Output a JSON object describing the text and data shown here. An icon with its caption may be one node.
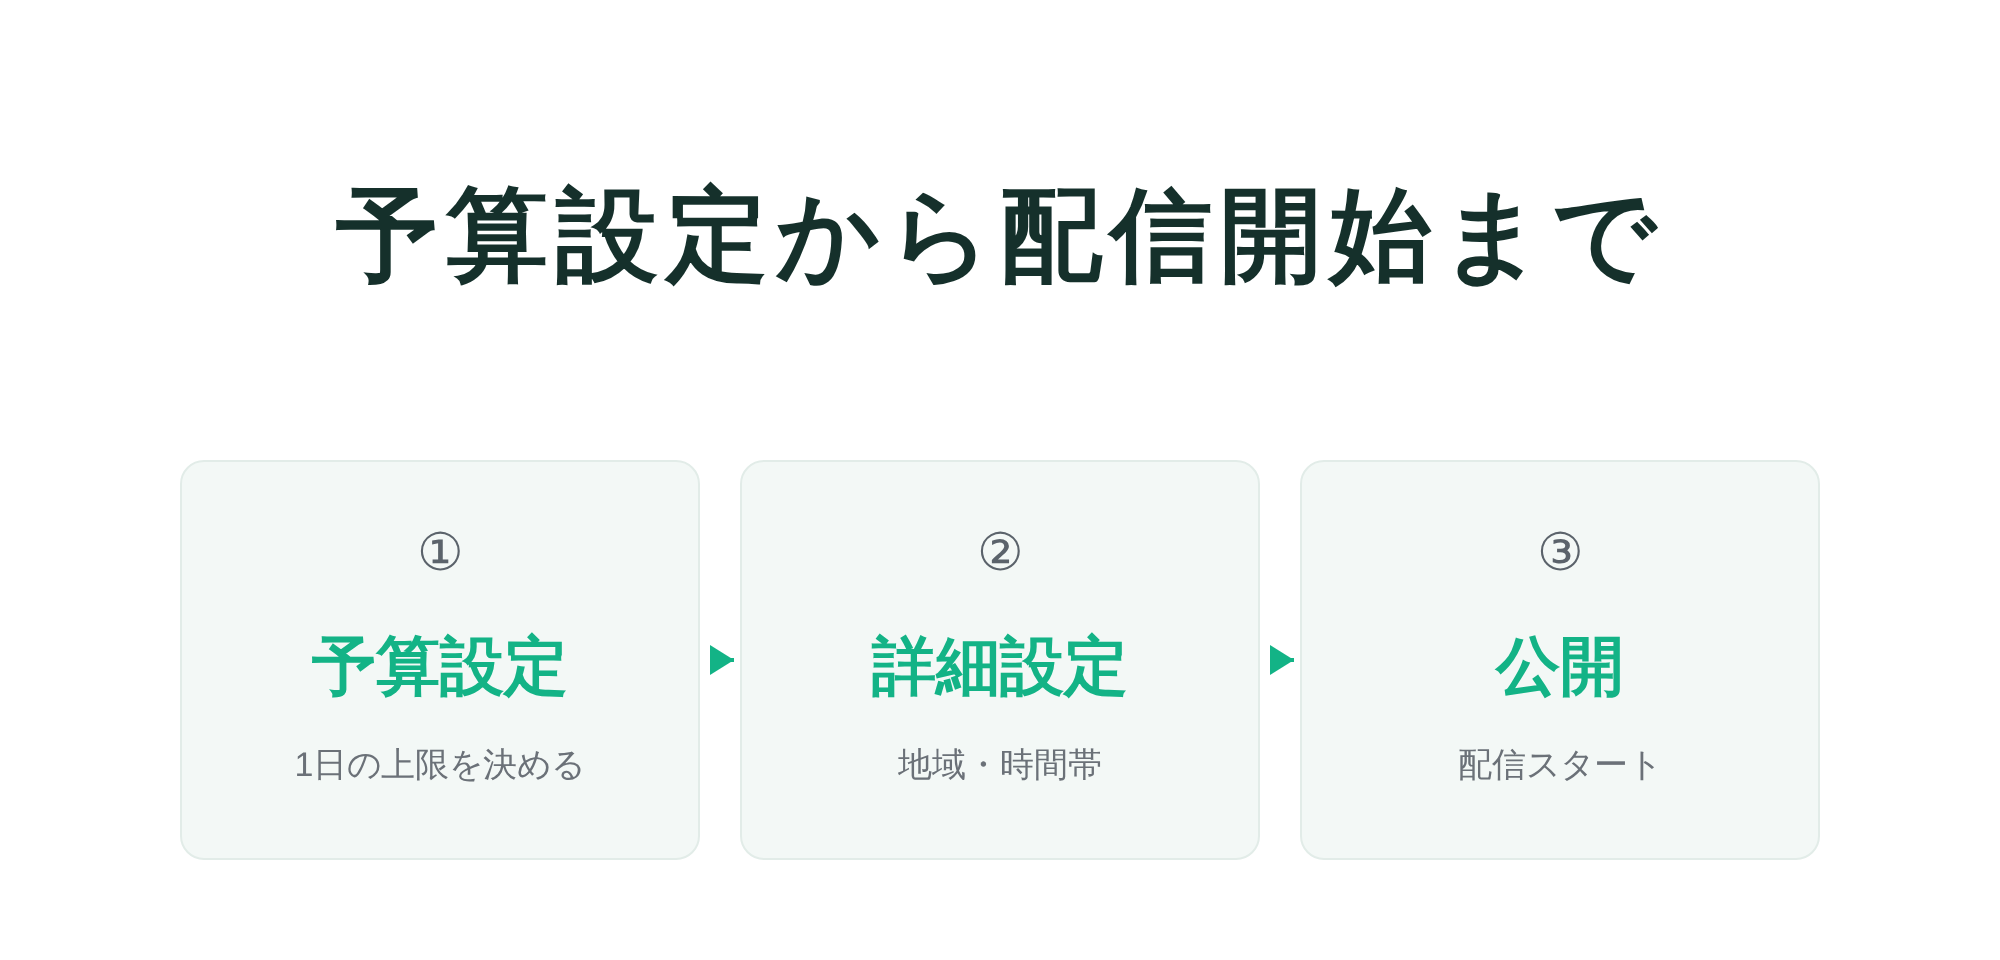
{
  "diagram": {
    "title": "予算設定から配信開始まで",
    "nodes": [
      {
        "text": [
          "①",
          "予算設定",
          "1日の上限を決める"
        ]
      },
      {
        "text": [
          "②",
          "詳細設定",
          "地域・時間帯"
        ]
      },
      {
        "text": [
          "③",
          "公開",
          "配信スタート"
        ]
      }
    ],
    "edges": [
      {
        "from": 0,
        "to": 1,
        "arrow": "to"
      },
      {
        "from": 1,
        "to": 2,
        "arrow": "to"
      }
    ]
  }
}
